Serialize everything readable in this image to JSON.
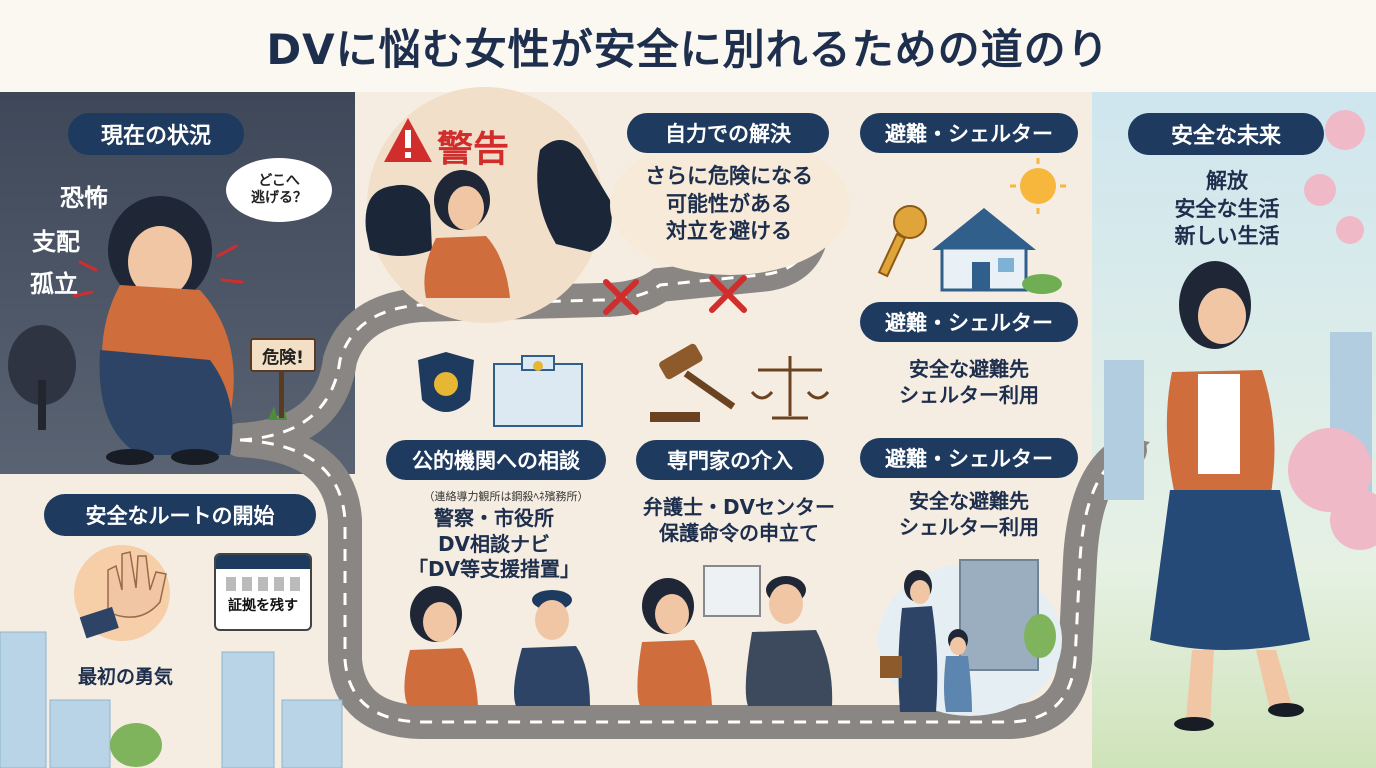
{
  "title": "DVに悩む女性が安全に別れるための道のり",
  "current": {
    "label": "現在の状況",
    "keywords": [
      "恐怖",
      "支配",
      "孤立"
    ],
    "thought_lines": [
      "どこへ",
      "逃げる？"
    ],
    "sign": "危険!"
  },
  "warning": {
    "label": "警告"
  },
  "self_solve": {
    "label": "自力での解決",
    "lines": [
      "さらに危険になる",
      "可能性がある",
      "対立を避ける"
    ]
  },
  "shelter_top": {
    "label": "避難・シェルター"
  },
  "shelter_mid": {
    "label": "避難・シェルター",
    "lines": [
      "安全な避難先",
      "シェルター利用"
    ]
  },
  "shelter_bottom": {
    "label": "避難・シェルター",
    "lines": [
      "安全な避難先",
      "シェルター利用"
    ]
  },
  "future": {
    "label": "安全な未来",
    "lines": [
      "解放",
      "安全な生活",
      "新しい生活"
    ]
  },
  "start": {
    "label": "安全なルートの開始",
    "evidence": "証拠を残す",
    "courage": "最初の勇気"
  },
  "public": {
    "label": "公的機関への相談",
    "small": "（連絡導力観所は鋼殺ﾍﾈ殯務所）",
    "lines": [
      "警察・市役所",
      "DV相談ナビ",
      "「DV等支援措置」"
    ]
  },
  "expert": {
    "label": "専門家の介入",
    "lines": [
      "弁護士・DVセンター",
      "保護命令の申立て"
    ]
  },
  "colors": {
    "navy": "#1e3a5f",
    "road": "#8a8683",
    "warning_red": "#d12d2d",
    "accent_orange": "#d8703d"
  }
}
